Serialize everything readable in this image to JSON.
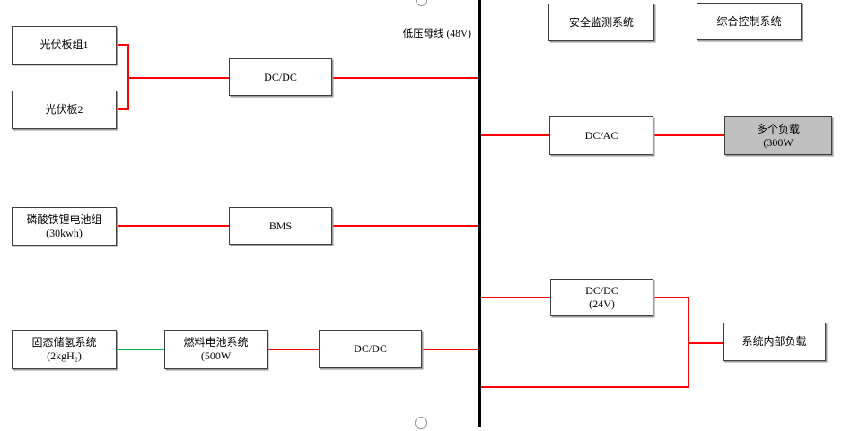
{
  "diagram": {
    "bus_label": "低压母线 (48V)",
    "colors": {
      "connector_red": "#ff0000",
      "connector_green": "#00b050",
      "bus_black": "#000000",
      "load_fill": "#c0c0c0",
      "box_border": "#3f3f3f"
    },
    "nodes": {
      "pv1": {
        "label": "光伏板组1"
      },
      "pv2": {
        "label": "光伏板2"
      },
      "dcdc_pv": {
        "label": "DC/DC"
      },
      "safety": {
        "label": "安全监测系统"
      },
      "control": {
        "label": "综合控制系统"
      },
      "dcac": {
        "label": "DC/AC"
      },
      "multi_load": {
        "label": "多个负载",
        "sublabel": "(300W"
      },
      "battery": {
        "label": "磷酸铁锂电池组",
        "sublabel": "(30kwh)"
      },
      "bms": {
        "label": "BMS"
      },
      "h2_storage": {
        "label": "固态储氢系统",
        "sublabel": "(2kgH₂)"
      },
      "fuel_cell": {
        "label": "燃料电池系统",
        "sublabel": "(500W"
      },
      "dcdc_fc": {
        "label": "DC/DC"
      },
      "dcdc_24v": {
        "label": "DC/DC",
        "sublabel": "(24V)"
      },
      "sys_load": {
        "label": "系统内部负载"
      }
    }
  }
}
